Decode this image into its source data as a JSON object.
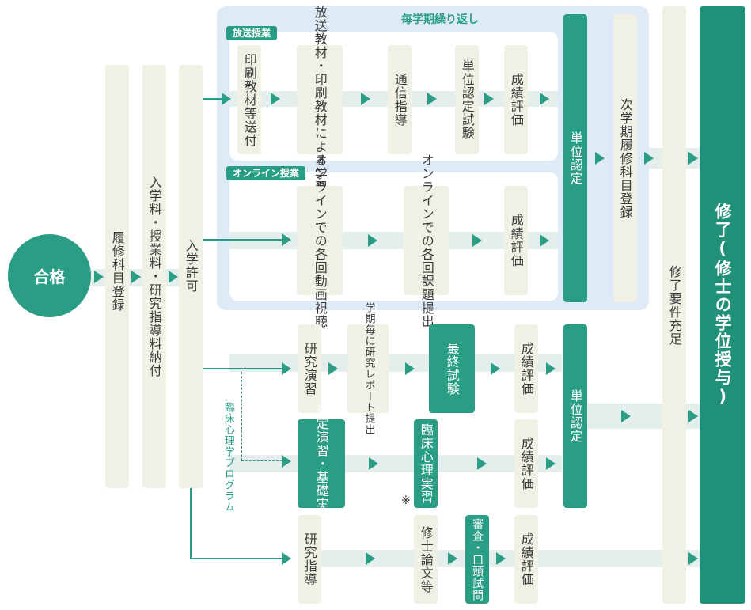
{
  "start": "合格",
  "steps": {
    "rishu": "履修科目登録",
    "nogyu": "入学料・授業料・研究指導料納付",
    "kyoka": "入学許可"
  },
  "repeat_panel": {
    "title": "毎学期繰り返し",
    "broadcast_tag": "放送授業",
    "broadcast": [
      "印刷教材等送付",
      "放送教材・印刷教材による学習",
      "通信指導",
      "単位認定試験",
      "成績評価"
    ],
    "online_tag": "オンライン授業",
    "online": [
      "オンラインでの各回動画視聴",
      "オンラインでの各回課題提出",
      "成績評価"
    ]
  },
  "tani_nintei_1": "単位認定",
  "next_term": "次学期履修科目登録",
  "research_row": [
    "研究演習",
    "学期毎に研究レポート提出",
    "最終試験",
    "成績評価"
  ],
  "clinical_label": "臨床心理学プログラム",
  "clinical_row": [
    "査定演習・基礎実習",
    "臨床心理実習",
    "成績評価"
  ],
  "clinical_note": "※",
  "tani_nintei_2": "単位認定",
  "thesis_row": [
    "研究指導",
    "修士論文等",
    "審査・口頭試問",
    "成績評価"
  ],
  "shuryo_yoken": "修了要件充足",
  "final": "修了(修士の学位授与)"
}
